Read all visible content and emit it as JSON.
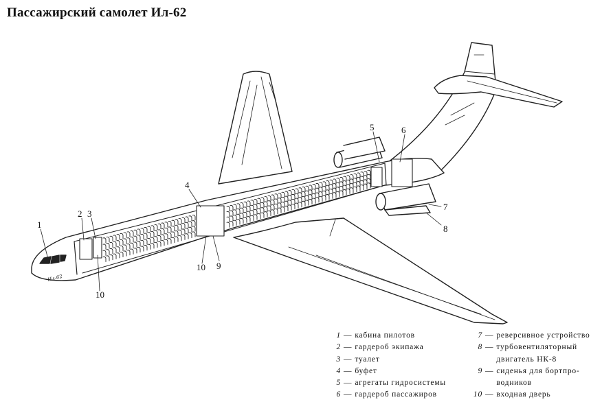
{
  "title": "Пассажирский самолет Ил-62",
  "fuselage_marking": "Ил-62",
  "callouts": [
    "1",
    "2",
    "3",
    "4",
    "5",
    "6",
    "7",
    "8",
    "9",
    "10",
    "10"
  ],
  "legend": {
    "left": [
      {
        "num": "1",
        "text": "кабина пилотов"
      },
      {
        "num": "2",
        "text": "гардероб экипажа"
      },
      {
        "num": "3",
        "text": "туалет"
      },
      {
        "num": "4",
        "text": "буфет"
      },
      {
        "num": "5",
        "text": "агрегаты гидросистемы"
      },
      {
        "num": "6",
        "text": "гардероб пассажиров"
      }
    ],
    "right": [
      {
        "num": "7",
        "text": "реверсивное устройство"
      },
      {
        "num": "8",
        "text": "турбовентиляторный"
      },
      {
        "num": "",
        "text": "двигатель НК-8"
      },
      {
        "num": "9",
        "text": "сиденья для бортпро-"
      },
      {
        "num": "",
        "text": "водников"
      },
      {
        "num": "10",
        "text": "входная дверь"
      }
    ]
  }
}
